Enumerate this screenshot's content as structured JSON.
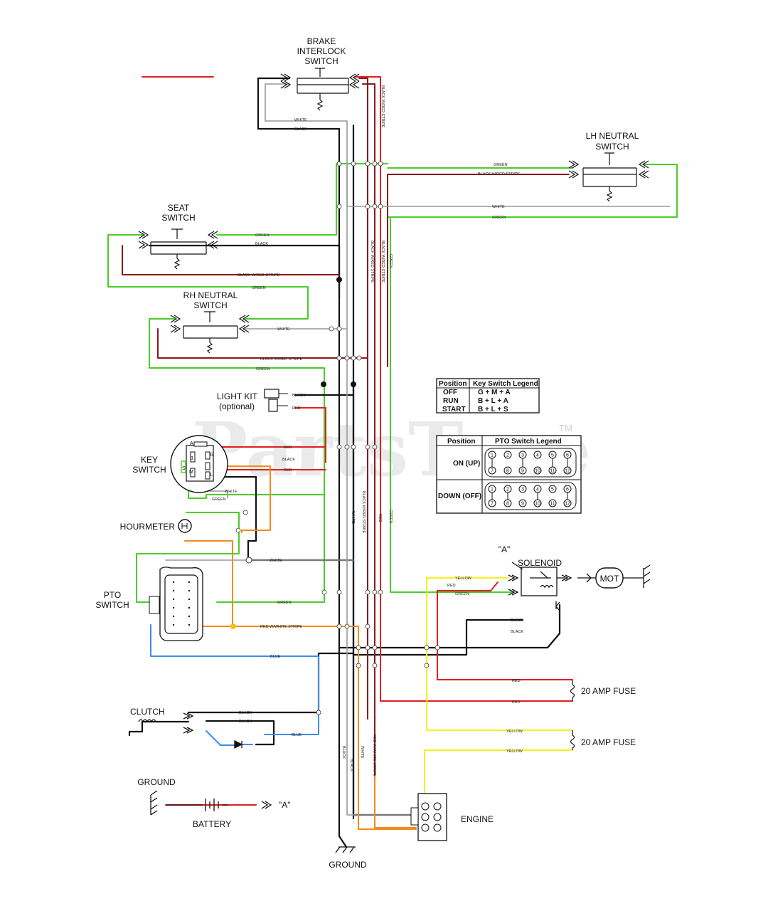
{
  "labels": {
    "brake": [
      "BRAKE",
      "INTERLOCK",
      "SWITCH"
    ],
    "lh_neutral": [
      "LH NEUTRAL",
      "SWITCH"
    ],
    "seat": [
      "SEAT",
      "SWITCH"
    ],
    "rh_neutral": [
      "RH NEUTRAL",
      "SWITCH"
    ],
    "light_kit": [
      "LIGHT KIT",
      "(optional)"
    ],
    "key_switch": [
      "KEY",
      "SWITCH"
    ],
    "hourmeter": "HOURMETER",
    "pto_switch": [
      "PTO",
      "SWITCH"
    ],
    "clutch": "CLUTCH",
    "ground_left": "GROUND",
    "battery": "BATTERY",
    "battery_a": "\"A\"",
    "solenoid": "SOLENOID",
    "solenoid_a": "\"A\"",
    "motor": "MOT",
    "fuse_red": "20 AMP FUSE",
    "fuse_yellow": "20 AMP FUSE",
    "engine": "ENGINE",
    "ground_bottom": "GROUND"
  },
  "key_terminals": {
    "a": "A",
    "b": "B",
    "g": "G",
    "m": "M",
    "s": "S",
    "l": "L"
  },
  "wire_labels": {
    "white": "WHITE",
    "black": "BLACK",
    "green": "GREEN",
    "red": "RED",
    "blue": "BLUE",
    "yellow": "YELLOW",
    "black_red": "BLACK W/RED STRIPE",
    "red_white": "RED W/WHITE STRIPE"
  },
  "key_legend": {
    "headers": [
      "Position",
      "Key Switch Legend"
    ],
    "rows": [
      [
        "OFF",
        "G + M + A"
      ],
      [
        "RUN",
        "B + L + A"
      ],
      [
        "START",
        "B + L + S"
      ]
    ]
  },
  "pto_legend": {
    "headers": [
      "Position",
      "PTO Switch Legend"
    ],
    "rows": [
      {
        "position": "ON (UP)",
        "top": [
          "1",
          "2",
          "3",
          "4",
          "5",
          "6"
        ],
        "bottom": [
          "7",
          "8",
          "9",
          "10",
          "11",
          "12"
        ]
      },
      {
        "position": "DOWN (OFF)",
        "top": [
          "1",
          "2",
          "3",
          "4",
          "5",
          "6"
        ],
        "bottom": [
          "7",
          "8",
          "9",
          "10",
          "11",
          "12"
        ]
      }
    ]
  },
  "watermark": {
    "text": "PartsTree",
    "tm": "TM"
  },
  "colors": {
    "black": "#111111",
    "red": "#e02020",
    "dark_red": "#8b1a1a",
    "green": "#4ccc2a",
    "yellow": "#f2f21a",
    "orange": "#f28c1a",
    "blue": "#3a8ee6",
    "gray": "#999999"
  }
}
